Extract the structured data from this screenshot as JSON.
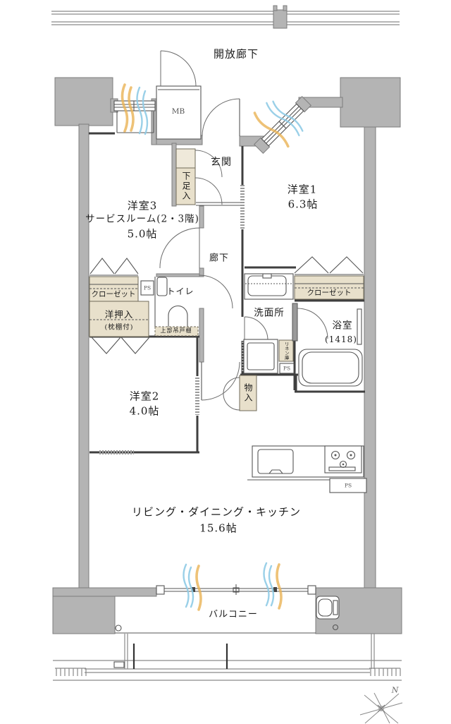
{
  "labels": {
    "open_corridor": "開放廊下",
    "mb": "MB",
    "genkan": "玄関",
    "shoe_cabinet": "下足入",
    "room1_name": "洋室1",
    "room1_size": "6.3帖",
    "room3_name": "洋室3",
    "room3_sub": "サービスルーム(2・3階)",
    "room3_size": "5.0帖",
    "hallway": "廊下",
    "closet": "クローゼット",
    "ps": "PS",
    "toilet": "トイレ",
    "oshiire_name": "洋押入",
    "oshiire_sub": "(枕棚付)",
    "hanging_cupboard": "上部吊戸棚",
    "washroom": "洗面所",
    "bathroom_name": "浴室",
    "bathroom_size": "(1418)",
    "linen": "リネン庫",
    "storage": "物入",
    "room2_name": "洋室2",
    "room2_size": "4.0帖",
    "ldk_name": "リビング・ダイニング・キッチン",
    "ldk_size": "15.6帖",
    "balcony": "バルコニー",
    "compass_n": "N"
  },
  "colors": {
    "wall": "#b4b4b4",
    "storage_fill": "#e8e0cb",
    "airflow_orange": "#eab355",
    "airflow_blue": "#8fcbe5",
    "line": "#3f3f3f"
  }
}
